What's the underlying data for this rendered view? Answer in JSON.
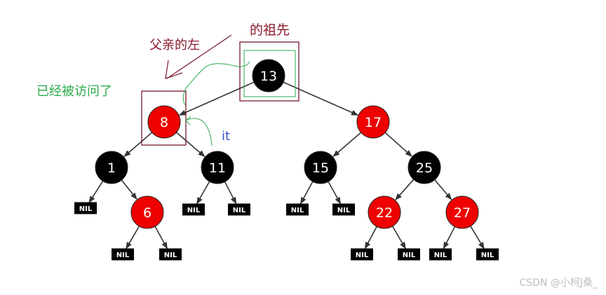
{
  "annotations": {
    "ancestor": "的祖先",
    "parent_left": "父亲的左",
    "visited": "已经被访问了",
    "it": "it"
  },
  "tree": {
    "nodes": [
      {
        "id": "n13",
        "label": "13",
        "color": "black"
      },
      {
        "id": "n8",
        "label": "8",
        "color": "red"
      },
      {
        "id": "n17",
        "label": "17",
        "color": "red"
      },
      {
        "id": "n1",
        "label": "1",
        "color": "black"
      },
      {
        "id": "n11",
        "label": "11",
        "color": "black"
      },
      {
        "id": "n15",
        "label": "15",
        "color": "black"
      },
      {
        "id": "n25",
        "label": "25",
        "color": "black"
      },
      {
        "id": "n6",
        "label": "6",
        "color": "red"
      },
      {
        "id": "n22",
        "label": "22",
        "color": "red"
      },
      {
        "id": "n27",
        "label": "27",
        "color": "red"
      }
    ],
    "nil_label": "NIL",
    "edges": [
      [
        "n13",
        "n8"
      ],
      [
        "n13",
        "n17"
      ],
      [
        "n8",
        "n1"
      ],
      [
        "n8",
        "n11"
      ],
      [
        "n17",
        "n15"
      ],
      [
        "n17",
        "n25"
      ],
      [
        "n1",
        "nil1a"
      ],
      [
        "n1",
        "n6"
      ],
      [
        "n6",
        "nil6a"
      ],
      [
        "n6",
        "nil6b"
      ],
      [
        "n11",
        "nil11a"
      ],
      [
        "n11",
        "nil11b"
      ],
      [
        "n15",
        "nil15a"
      ],
      [
        "n15",
        "nil15b"
      ],
      [
        "n25",
        "n22"
      ],
      [
        "n25",
        "n27"
      ],
      [
        "n22",
        "nil22a"
      ],
      [
        "n22",
        "nil22b"
      ],
      [
        "n27",
        "nil27a"
      ],
      [
        "n27",
        "nil27b"
      ]
    ]
  },
  "colors": {
    "black_node": "#000000",
    "red_node": "#ee0000",
    "annotation_box": "#7a1a2a",
    "annotation_green": "#2daa4c",
    "annotation_blue": "#3a56c8"
  },
  "watermark": "CSDN @小柯J桑_"
}
